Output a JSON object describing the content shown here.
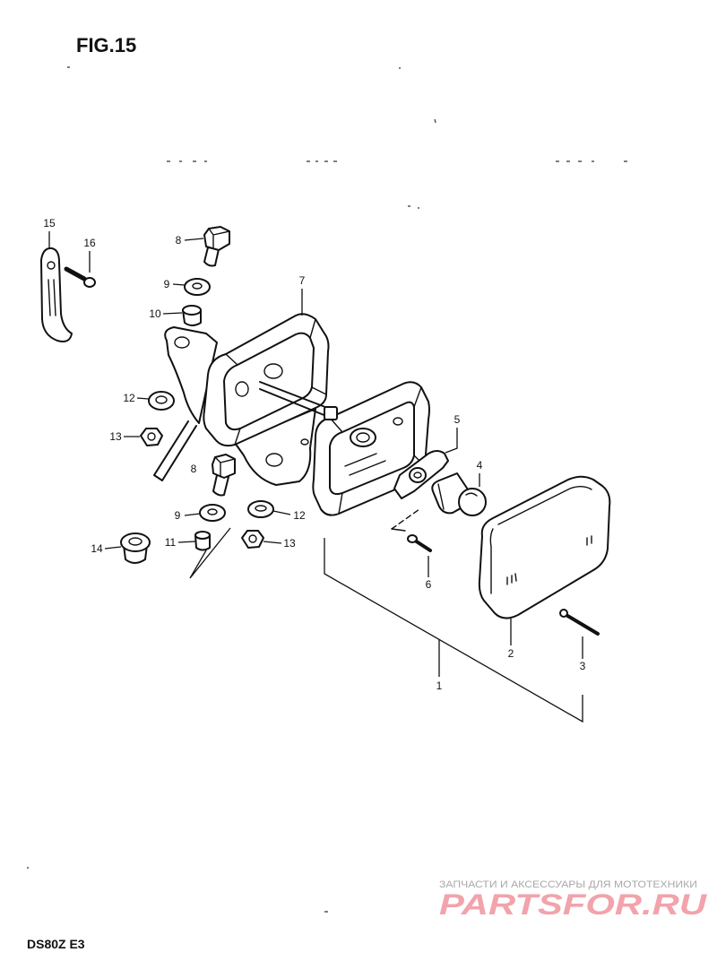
{
  "figure": {
    "title": "FIG.15",
    "model": "DS80Z E3"
  },
  "callouts": [
    "15",
    "16",
    "8",
    "9",
    "10",
    "7",
    "12",
    "13",
    "8",
    "9",
    "11",
    "14",
    "12",
    "13",
    "5",
    "4",
    "6",
    "2",
    "3",
    "1"
  ],
  "watermark": {
    "tagline": "ЗАПЧАСТИ И АКСЕССУАРЫ ДЛЯ МОТОТЕХНИКИ",
    "brand": "PARTSFOR.RU",
    "brand_color": "#f2a3ab"
  },
  "colors": {
    "ink": "#111111",
    "background": "#ffffff"
  }
}
